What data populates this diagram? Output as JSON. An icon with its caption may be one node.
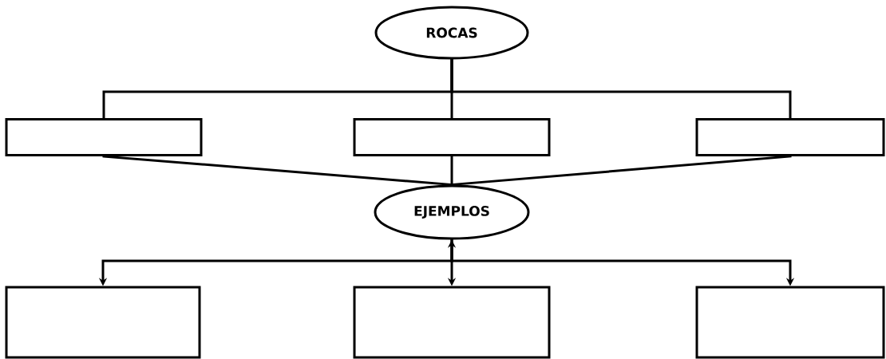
{
  "diagram": {
    "nodes": [
      {
        "text": [
          "ROCAS"
        ]
      },
      {
        "text": [],
        "shape": "box"
      },
      {
        "text": [],
        "shape": "box"
      },
      {
        "text": [],
        "shape": "box"
      },
      {
        "text": [
          "EJEMPLOS"
        ]
      },
      {
        "text": [],
        "shape": "box"
      },
      {
        "text": [],
        "shape": "box"
      },
      {
        "text": [],
        "shape": "box"
      }
    ],
    "edges": [
      {
        "from": 0,
        "to": 1,
        "arrow": "none"
      },
      {
        "from": 0,
        "to": 2,
        "arrow": "none"
      },
      {
        "from": 0,
        "to": 3,
        "arrow": "none"
      },
      {
        "from": 1,
        "to": 4,
        "arrow": "none"
      },
      {
        "from": 2,
        "to": 4,
        "arrow": "none"
      },
      {
        "from": 3,
        "to": 4,
        "arrow": "none"
      },
      {
        "from": 4,
        "to": 5,
        "arrow": "to"
      },
      {
        "from": 4,
        "to": 6,
        "arrow": "both"
      },
      {
        "from": 4,
        "to": 7,
        "arrow": "to"
      }
    ]
  }
}
